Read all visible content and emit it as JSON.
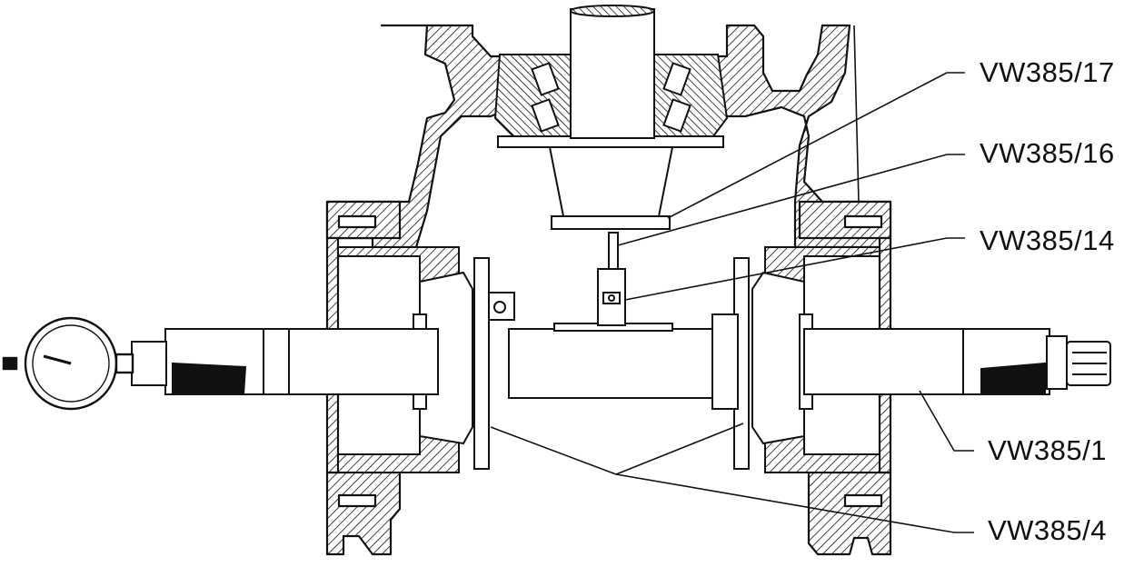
{
  "labels": {
    "vw385_17": "VW385/17",
    "vw385_16": "VW385/16",
    "vw385_14": "VW385/14",
    "vw385_1": "VW385/1",
    "vw385_4": "VW385/4"
  },
  "colors": {
    "ink": "#111111",
    "paper": "#ffffff"
  }
}
